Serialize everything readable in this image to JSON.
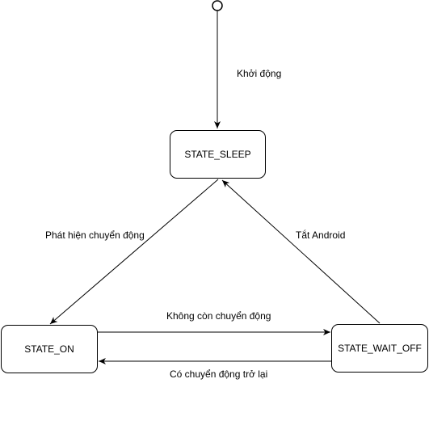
{
  "states": {
    "sleep": {
      "label": "STATE_SLEEP"
    },
    "on": {
      "label": "STATE_ON"
    },
    "wait_off": {
      "label": "STATE_WAIT_OFF"
    }
  },
  "transitions": {
    "start_to_sleep": {
      "label": "Khởi động"
    },
    "sleep_to_on": {
      "label": "Phát hiện chuyển động"
    },
    "wait_off_to_sleep": {
      "label": "Tắt Android"
    },
    "on_to_wait_off": {
      "label": "Không còn chuyển động"
    },
    "wait_off_to_on": {
      "label": "Có chuyển động trở lại"
    }
  },
  "colors": {
    "stroke": "#000000",
    "fill": "#ffffff"
  }
}
